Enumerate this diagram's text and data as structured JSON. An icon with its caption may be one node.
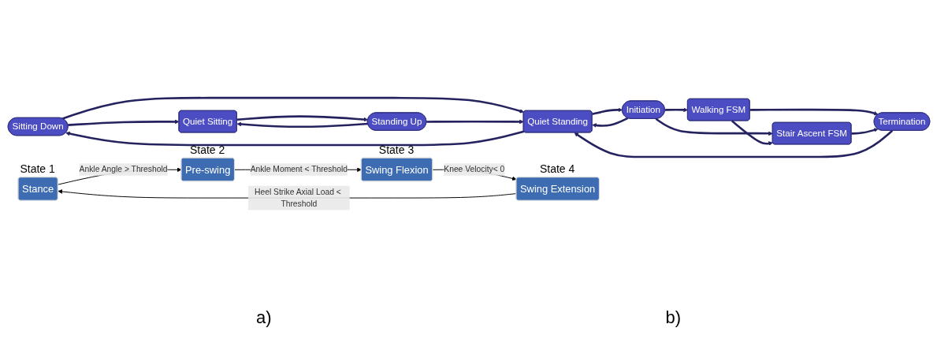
{
  "diagram": {
    "nodes": [
      {
        "text": [
          "Sitting Down"
        ]
      },
      {
        "text": [
          "Initiation"
        ]
      },
      {
        "text": [
          "Walking FSM"
        ]
      },
      {
        "text": [
          "Quiet Sitting"
        ]
      },
      {
        "text": [
          "Quiet Standing"
        ]
      },
      {
        "text": [
          "Stair Ascent FSM"
        ]
      },
      {
        "text": [
          "Standing Up"
        ]
      },
      {
        "text": [
          "Termination"
        ]
      },
      {
        "text": [
          "Stance"
        ],
        "beside": [
          "State 1"
        ]
      },
      {
        "text": [
          "Pre-swing"
        ],
        "beside": [
          "State 2"
        ]
      },
      {
        "text": [
          "Swing Extension"
        ],
        "beside": [
          "State 4"
        ]
      },
      {
        "text": [
          "Swing Flexion"
        ],
        "beside": [
          "State 3"
        ]
      }
    ],
    "edges": [
      {
        "from": 0,
        "to": 3,
        "arrow": "to"
      },
      {
        "from": 0,
        "to": 4,
        "arrow": "to"
      },
      {
        "from": 4,
        "to": 0,
        "arrow": "to"
      },
      {
        "from": 4,
        "to": 1,
        "arrow": "to"
      },
      {
        "from": 1,
        "to": 4,
        "arrow": "to"
      },
      {
        "from": 1,
        "to": 2,
        "arrow": "to"
      },
      {
        "from": 1,
        "to": 5,
        "arrow": "to"
      },
      {
        "from": 2,
        "to": 5,
        "arrow": "to"
      },
      {
        "from": 2,
        "to": 7,
        "arrow": "to"
      },
      {
        "from": 5,
        "to": 7,
        "arrow": "to"
      },
      {
        "from": 3,
        "to": 6,
        "arrow": "to"
      },
      {
        "from": 6,
        "to": 3,
        "arrow": "to"
      },
      {
        "from": 6,
        "to": 4,
        "arrow": "to"
      },
      {
        "from": 7,
        "to": 4,
        "arrow": "to"
      },
      {
        "from": 8,
        "to": 9,
        "arrow": "to",
        "label": "Ankle Angle > Threshold",
        "color": "#000000"
      },
      {
        "from": 9,
        "to": 11,
        "arrow": "to",
        "label": "Ankle Moment < Threshold",
        "color": "#000000"
      },
      {
        "from": 11,
        "to": 10,
        "arrow": "to",
        "label": "Knee Velocity< 0",
        "color": "#000000"
      },
      {
        "from": 10,
        "to": 8,
        "arrow": "to",
        "label": "Heel Strike Axial Load < Threshold",
        "color": "#000000"
      }
    ],
    "labels": [
      "a)",
      "b)"
    ]
  }
}
